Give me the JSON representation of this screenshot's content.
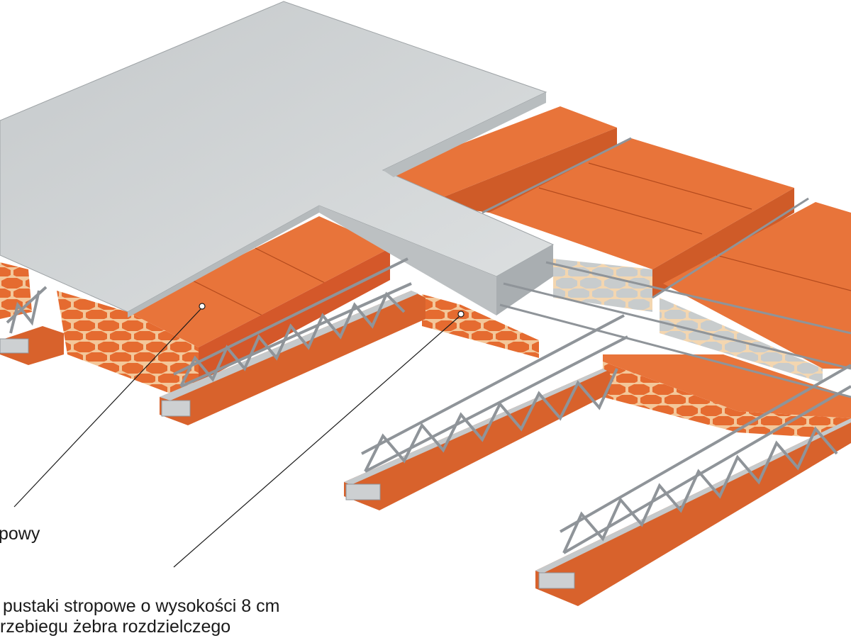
{
  "labels": {
    "label_a": "powy",
    "label_b_line1": "pustaki stropowe o wysokości 8 cm",
    "label_b_line2": "rzebiegu żebra rozdzielczego"
  },
  "colors": {
    "concrete_top": "#d2d5d6",
    "concrete_side": "#b9bdbf",
    "brick_top": "#e8743a",
    "brick_side": "#d9622a",
    "brick_joint": "#f3c79a",
    "steel": "#8f9499"
  }
}
